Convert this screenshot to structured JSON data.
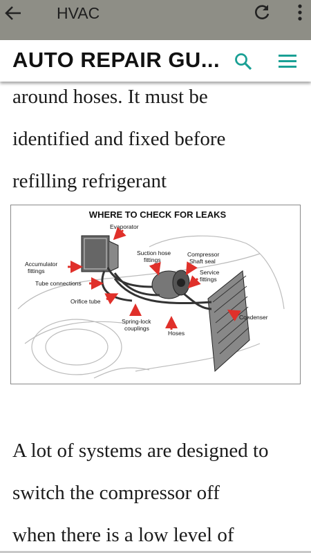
{
  "appbar": {
    "title": "HVAC",
    "back_icon": "back-arrow-icon",
    "reload_icon": "reload-icon",
    "more_icon": "more-vert-icon"
  },
  "site": {
    "brand": "AUTO REPAIR GU...",
    "search_icon": "search-icon",
    "menu_icon": "hamburger-menu-icon",
    "accent": "#1aa095"
  },
  "article": {
    "para1_lines": [
      "around hoses. It must be",
      "identified and fixed before",
      "refilling refrigerant"
    ],
    "figure": {
      "title": "WHERE TO CHECK FOR LEAKS",
      "labels": {
        "evaporator": "Evaporator",
        "accumulator1": "Accumulator",
        "accumulator2": "fittings",
        "tube_connections": "Tube connections",
        "orifice_tube": "Orifice tube",
        "suction1": "Suction hose",
        "suction2": "fittings",
        "compressor1": "Compressor",
        "compressor2": "Shaft seal",
        "service1": "Service",
        "service2": "fittings",
        "condenser": "Condenser",
        "spring1": "Spring-lock",
        "spring2": "couplings",
        "hoses": "Hoses"
      }
    },
    "para2_lines": [
      "A lot of systems are designed to",
      "switch the compressor off",
      "when there is a low level of"
    ]
  }
}
